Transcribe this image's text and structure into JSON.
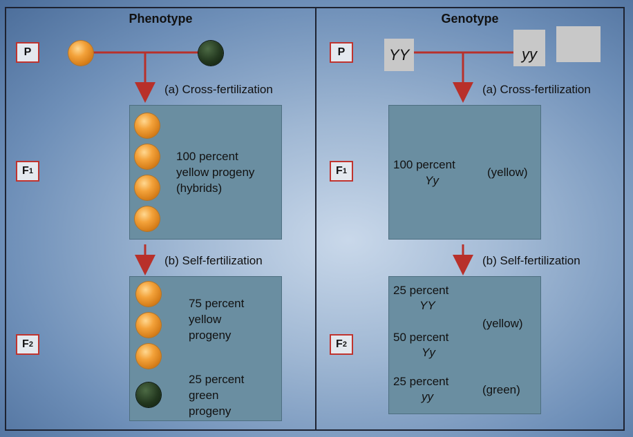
{
  "phenotype_title": "Phenotype",
  "genotype_title": "Genotype",
  "generations": {
    "P": "P",
    "F1_base": "F",
    "F1_sub": "1",
    "F2_base": "F",
    "F2_sub": "2"
  },
  "steps": {
    "cross": "(a)  Cross-fertilization",
    "self": "(b)  Self-fertilization"
  },
  "phenotype": {
    "f1_text": [
      "100 percent",
      "yellow progeny",
      "(hybrids)"
    ],
    "f2_yellow_text": [
      "75 percent",
      "yellow",
      "progeny"
    ],
    "f2_green_text": [
      "25 percent",
      "green",
      "progeny"
    ]
  },
  "genotype": {
    "parent_dominant": "YY",
    "parent_recessive": "yy",
    "f1_percent": "100 percent",
    "f1_genotype": "Yy",
    "f1_color": "(yellow)",
    "f2_row1_percent": "25 percent",
    "f2_row1_genotype": "YY",
    "f2_row2_percent": "50 percent",
    "f2_row2_genotype": "Yy",
    "f2_row3_percent": "25 percent",
    "f2_row3_genotype": "yy",
    "f2_yellow_color": "(yellow)",
    "f2_green_color": "(green)"
  },
  "colors": {
    "arrow": "#b8302a",
    "yellow_pea": "#f3a23a",
    "green_pea": "#23381f",
    "box_fill": "#6a8ea1"
  }
}
